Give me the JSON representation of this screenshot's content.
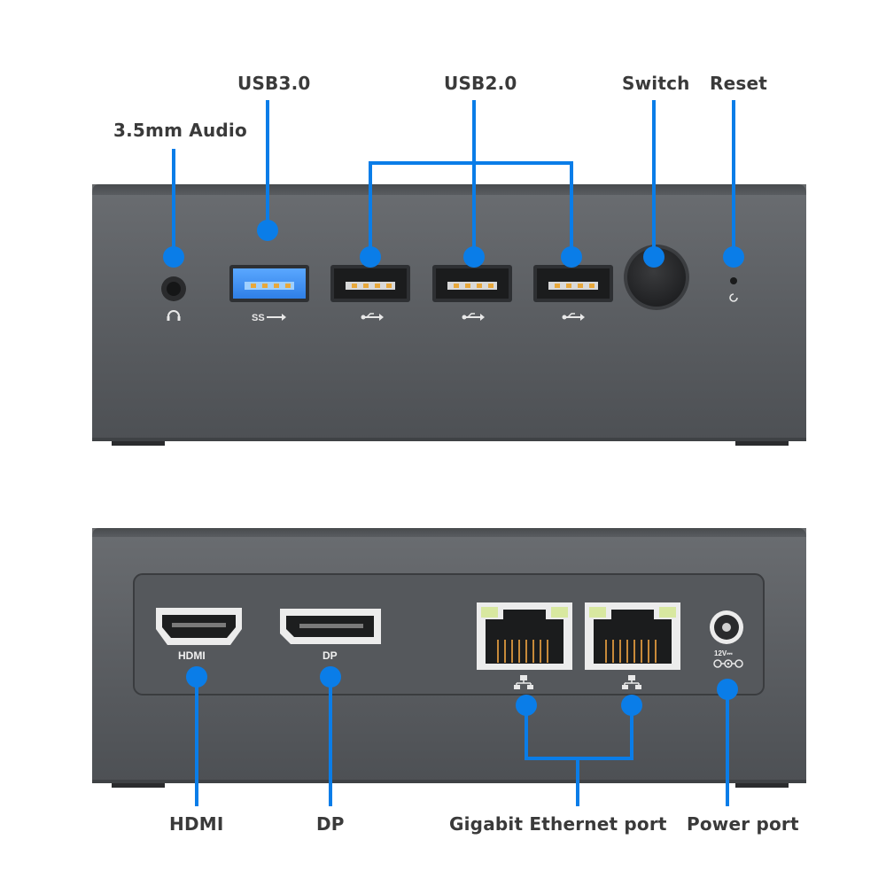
{
  "labels": {
    "audio": "3.5mm Audio",
    "usb3": "USB3.0",
    "usb2": "USB2.0",
    "switch": "Switch",
    "reset": "Reset",
    "hdmi": "HDMI",
    "dp": "DP",
    "ethernet": "Gigabit Ethernet port",
    "power": "Power port"
  },
  "port_text": {
    "hdmi": "HDMI",
    "dp": "DP",
    "voltage": "12V⎓"
  },
  "colors": {
    "accent": "#0a7de8",
    "chassis": "#5a5d61",
    "label": "#3a3a3a"
  }
}
